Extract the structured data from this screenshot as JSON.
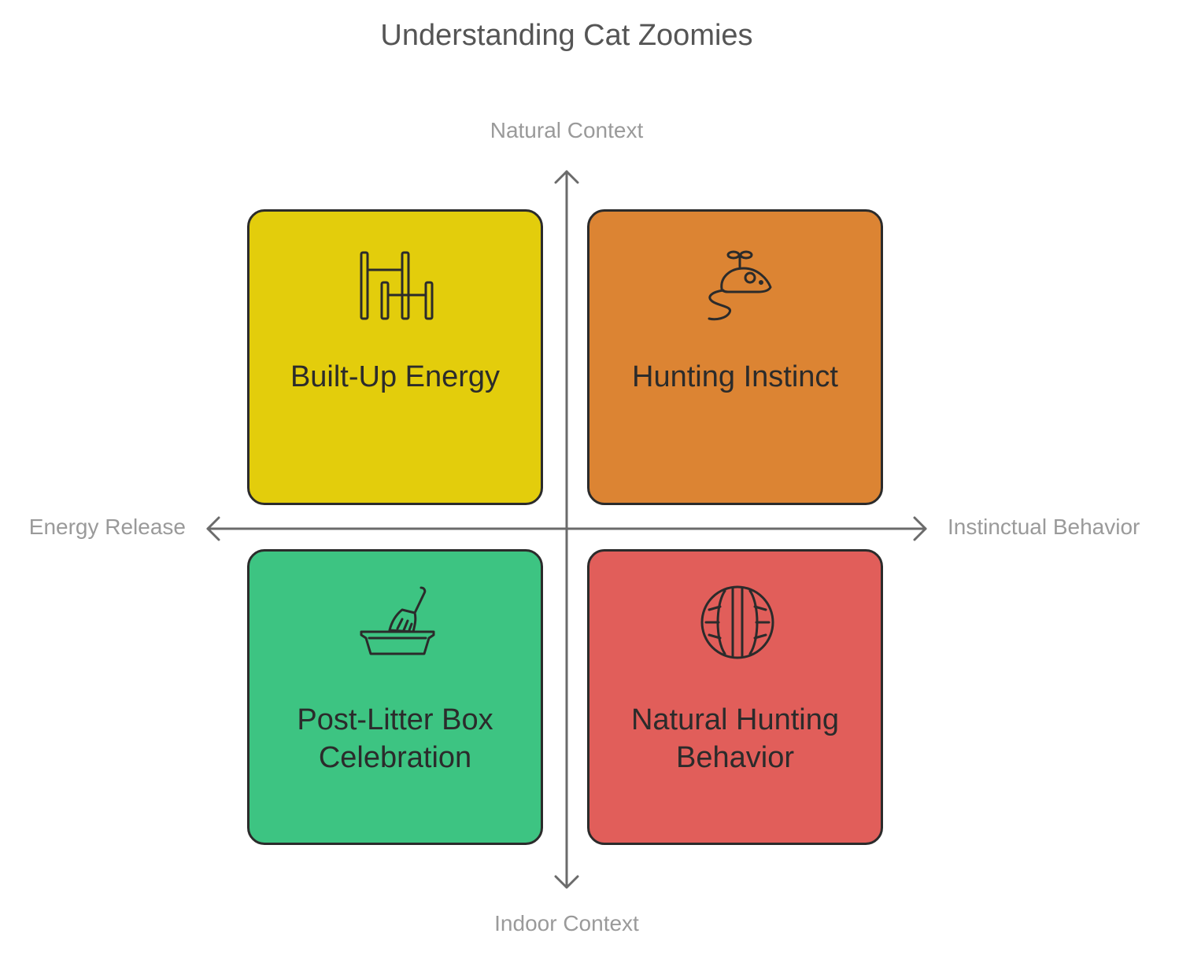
{
  "title": "Understanding Cat Zoomies",
  "axes": {
    "top": "Natural Context",
    "bottom": "Indoor Context",
    "left": "Energy Release",
    "right": "Instinctual Behavior"
  },
  "quadrants": [
    {
      "label": "Built-Up Energy",
      "color": "#E3CD0C",
      "icon": "agility-hurdles-icon"
    },
    {
      "label": "Hunting Instinct",
      "color": "#DC8433",
      "icon": "toy-mouse-icon"
    },
    {
      "label": "Post-Litter Box Celebration",
      "color": "#3DC482",
      "icon": "litter-box-scoop-icon"
    },
    {
      "label": "Natural Hunting Behavior",
      "color": "#E15E5A",
      "icon": "yarn-ball-icon"
    }
  ]
}
